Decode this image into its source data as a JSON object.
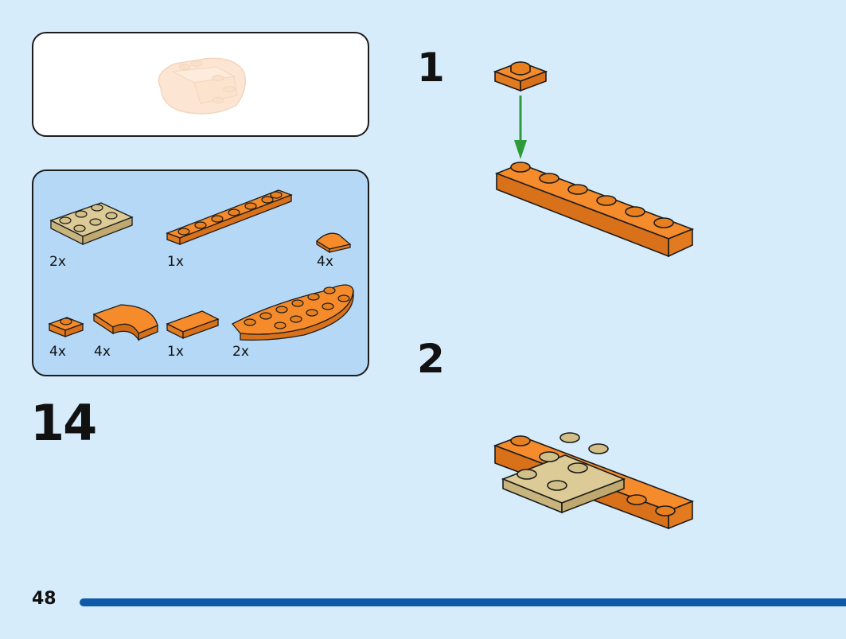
{
  "step": {
    "number": "14"
  },
  "substeps": [
    {
      "label": "1"
    },
    {
      "label": "2"
    }
  ],
  "parts": [
    {
      "name": "tan-plate-2x3",
      "qty": "2x"
    },
    {
      "name": "orange-plate-1x8",
      "qty": "1x"
    },
    {
      "name": "orange-slope-corner",
      "qty": "4x"
    },
    {
      "name": "orange-plate-1x1",
      "qty": "4x"
    },
    {
      "name": "orange-curved-slope",
      "qty": "4x"
    },
    {
      "name": "orange-tile-1x2",
      "qty": "1x"
    },
    {
      "name": "orange-wedge-plate",
      "qty": "2x"
    }
  ],
  "footer": {
    "page_number": "48"
  },
  "colors": {
    "background": "#d6ecfb",
    "parts_panel": "#b4d8f6",
    "orange_brick": "#f58b2a",
    "tan_brick": "#dccb96",
    "arrow_green": "#2f9a3a",
    "page_bar": "#0e5aa8"
  }
}
